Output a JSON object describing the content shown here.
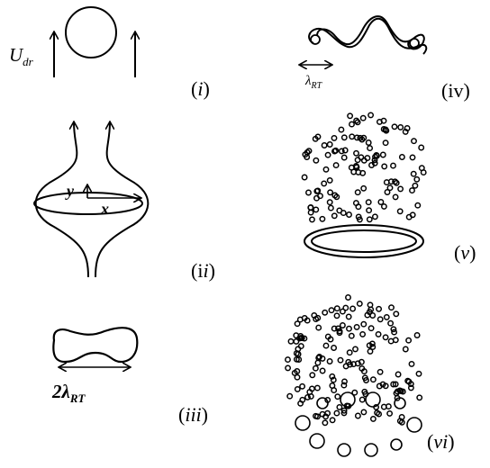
{
  "panels": {
    "i": {
      "label_open": "(",
      "label_var": "i",
      "label_close": ")",
      "velocity_symbol": "U",
      "velocity_subscript": "dr"
    },
    "ii": {
      "label_open": "(i",
      "label_var": "i",
      "label_close": ")",
      "axis_y": "y",
      "axis_x": "x"
    },
    "iii": {
      "label_open": "(",
      "label_var": "iii",
      "label_close": ")",
      "width_coef": "2",
      "width_symbol": "λ",
      "width_subscript": "RT"
    },
    "iv": {
      "label_open": "(iv)",
      "wavelength_symbol": "λ",
      "wavelength_subscript": "RT"
    },
    "v": {
      "label_open": "(",
      "label_var": "v",
      "label_close": ")"
    },
    "vi": {
      "label_open": "(",
      "label_var": "vi",
      "label_close": ")"
    }
  }
}
